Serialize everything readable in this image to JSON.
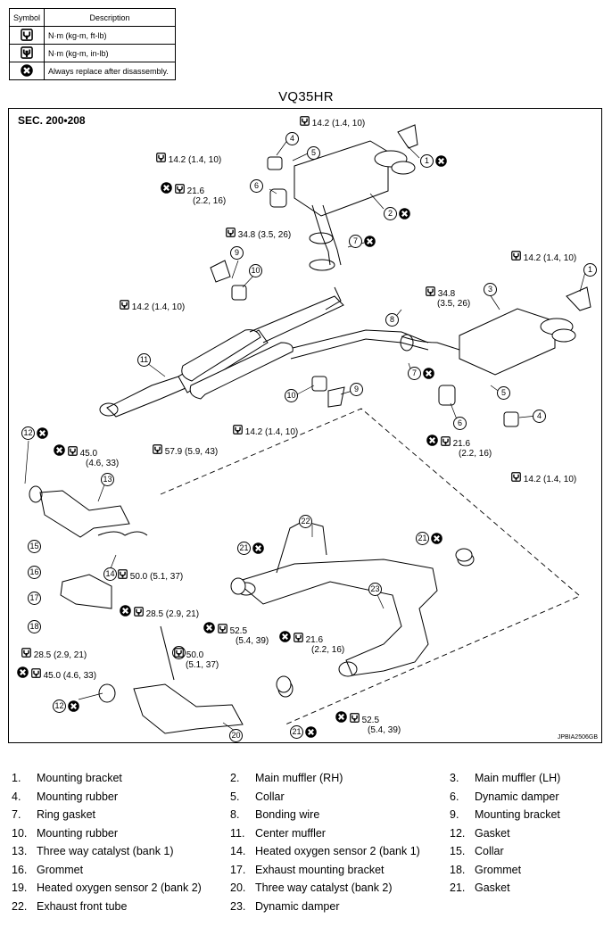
{
  "legend": {
    "headers": {
      "symbol": "Symbol",
      "description": "Description"
    },
    "rows": [
      {
        "icon": "torque-wrench-icon",
        "text": "N·m (kg-m, ft-lb)"
      },
      {
        "icon": "torque-wrench-in-lb-icon",
        "text": "N·m (kg-m, in-lb)"
      },
      {
        "icon": "always-replace-icon",
        "text": "Always replace after disassembly."
      }
    ]
  },
  "engine_model": "VQ35HR",
  "diagram": {
    "section": "SEC. 200•208",
    "image_code": "JPBIA2506GB",
    "torque_labels": [
      {
        "id": "t1",
        "line1": "14.2 (1.4, 10)",
        "line2": ""
      },
      {
        "id": "t2",
        "line1": "14.2 (1.4, 10)",
        "line2": ""
      },
      {
        "id": "t3",
        "line1": "21.6",
        "line2": "(2.2, 16)"
      },
      {
        "id": "t4",
        "line1": "34.8 (3.5, 26)",
        "line2": ""
      },
      {
        "id": "t5",
        "line1": "14.2 (1.4, 10)",
        "line2": ""
      },
      {
        "id": "t6",
        "line1": "14.2 (1.4, 10)",
        "line2": ""
      },
      {
        "id": "t7",
        "line1": "34.8",
        "line2": "(3.5, 26)"
      },
      {
        "id": "t8",
        "line1": "14.2 (1.4, 10)",
        "line2": ""
      },
      {
        "id": "t9",
        "line1": "21.6",
        "line2": "(2.2, 16)"
      },
      {
        "id": "t10",
        "line1": "57.9 (5.9, 43)",
        "line2": ""
      },
      {
        "id": "t11",
        "line1": "14.2 (1.4, 10)",
        "line2": ""
      },
      {
        "id": "t12",
        "line1": "45.0",
        "line2": "(4.6, 33)"
      },
      {
        "id": "t13",
        "line1": "50.0 (5.1, 37)",
        "line2": ""
      },
      {
        "id": "t14",
        "line1": "28.5 (2.9, 21)",
        "line2": ""
      },
      {
        "id": "t15",
        "line1": "52.5",
        "line2": "(5.4, 39)"
      },
      {
        "id": "t16",
        "line1": "21.6",
        "line2": "(2.2, 16)"
      },
      {
        "id": "t17",
        "line1": "28.5 (2.9, 21)",
        "line2": ""
      },
      {
        "id": "t18",
        "line1": "50.0",
        "line2": "(5.1, 37)"
      },
      {
        "id": "t19",
        "line1": "45.0 (4.6, 33)",
        "line2": ""
      },
      {
        "id": "t20",
        "line1": "52.5",
        "line2": "(5.4, 39)"
      }
    ],
    "callouts": [
      "1",
      "4",
      "5",
      "2",
      "6",
      "7",
      "9",
      "10",
      "11",
      "3",
      "1",
      "8",
      "7",
      "6",
      "5",
      "4",
      "10",
      "9",
      "12",
      "13",
      "14",
      "15",
      "16",
      "17",
      "18",
      "19",
      "12",
      "20",
      "21",
      "22",
      "21",
      "23",
      "21"
    ]
  },
  "parts": [
    {
      "num": "1.",
      "name": "Mounting bracket"
    },
    {
      "num": "2.",
      "name": "Main muffler (RH)"
    },
    {
      "num": "3.",
      "name": "Main muffler (LH)"
    },
    {
      "num": "4.",
      "name": "Mounting rubber"
    },
    {
      "num": "5.",
      "name": "Collar"
    },
    {
      "num": "6.",
      "name": "Dynamic damper"
    },
    {
      "num": "7.",
      "name": "Ring gasket"
    },
    {
      "num": "8.",
      "name": "Bonding wire"
    },
    {
      "num": "9.",
      "name": "Mounting bracket"
    },
    {
      "num": "10.",
      "name": "Mounting rubber"
    },
    {
      "num": "11.",
      "name": "Center muffler"
    },
    {
      "num": "12.",
      "name": "Gasket"
    },
    {
      "num": "13.",
      "name": "Three way catalyst (bank 1)"
    },
    {
      "num": "14.",
      "name": "Heated oxygen sensor 2 (bank 1)"
    },
    {
      "num": "15.",
      "name": "Collar"
    },
    {
      "num": "16.",
      "name": "Grommet"
    },
    {
      "num": "17.",
      "name": "Exhaust mounting bracket"
    },
    {
      "num": "18.",
      "name": "Grommet"
    },
    {
      "num": "19.",
      "name": "Heated oxygen sensor 2 (bank 2)"
    },
    {
      "num": "20.",
      "name": "Three way catalyst (bank 2)"
    },
    {
      "num": "21.",
      "name": "Gasket"
    },
    {
      "num": "22.",
      "name": "Exhaust front tube"
    },
    {
      "num": "23.",
      "name": "Dynamic damper"
    }
  ]
}
